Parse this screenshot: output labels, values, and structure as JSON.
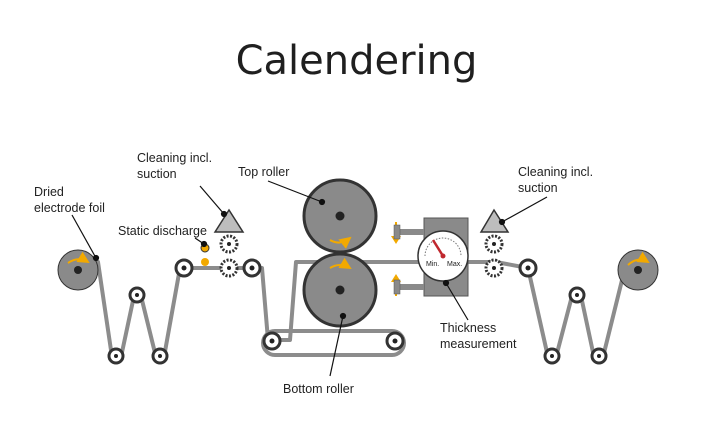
{
  "title": "Calendering",
  "labels": {
    "dried_foil": [
      "Dried",
      "electrode foil"
    ],
    "cleaning_left": [
      "Cleaning incl.",
      "suction"
    ],
    "static_discharge": "Static discharge",
    "top_roller": "Top roller",
    "cleaning_right": [
      "Cleaning incl.",
      "suction"
    ],
    "thickness": [
      "Thickness",
      "measurement"
    ],
    "bottom_roller": "Bottom roller"
  },
  "gauge": {
    "min": "Min.",
    "max": "Max."
  },
  "colors": {
    "roller_fill": "#8a8a8a",
    "roller_dark": "#333333",
    "belt": "#8c8c8c",
    "accent": "#f2a900",
    "needle": "#c0282e"
  }
}
